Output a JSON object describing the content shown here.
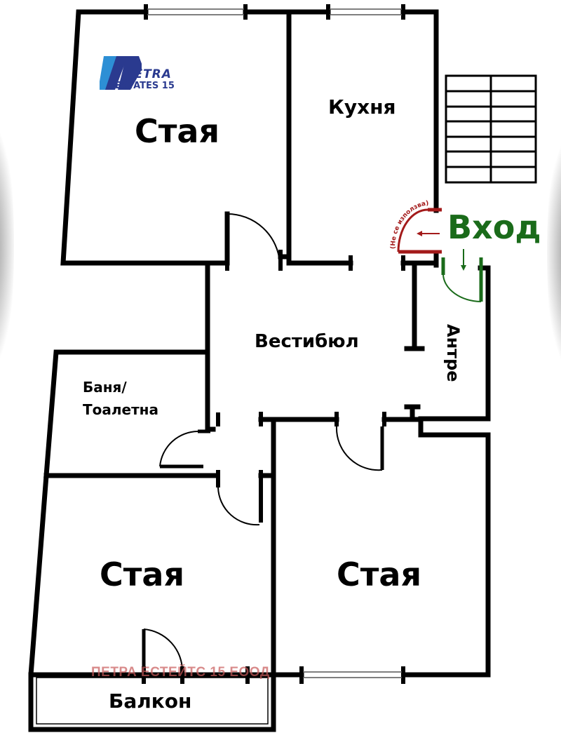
{
  "logo": {
    "brand_line1": "PETRA",
    "brand_line2": "ESTATES 15",
    "colors": {
      "dark_blue": "#2a3a8f",
      "light_blue": "#2d8fd5"
    }
  },
  "rooms": [
    {
      "id": "room-top-left",
      "label": "Стая"
    },
    {
      "id": "kitchen",
      "label": "Кухня"
    },
    {
      "id": "hallway",
      "label": "Вестибюл"
    },
    {
      "id": "antechamber",
      "label": "Антре"
    },
    {
      "id": "bathroom",
      "label_line1": "Баня/",
      "label_line2": "Тоалетна"
    },
    {
      "id": "room-bottom-left",
      "label": "Стая"
    },
    {
      "id": "room-bottom-right",
      "label": "Стая"
    },
    {
      "id": "balcony",
      "label": "Балкон"
    }
  ],
  "entrance": {
    "label": "Вход",
    "color": "#1a6b1a",
    "unused_door_note": "(Не се използва)",
    "unused_door_color": "#a31a1a"
  },
  "watermark": {
    "text": "ПЕТРА ЕСТЕЙТС 15 ЕООД",
    "color": "#c85a5a"
  },
  "colors": {
    "wall": "#000000",
    "background": "#ffffff"
  }
}
